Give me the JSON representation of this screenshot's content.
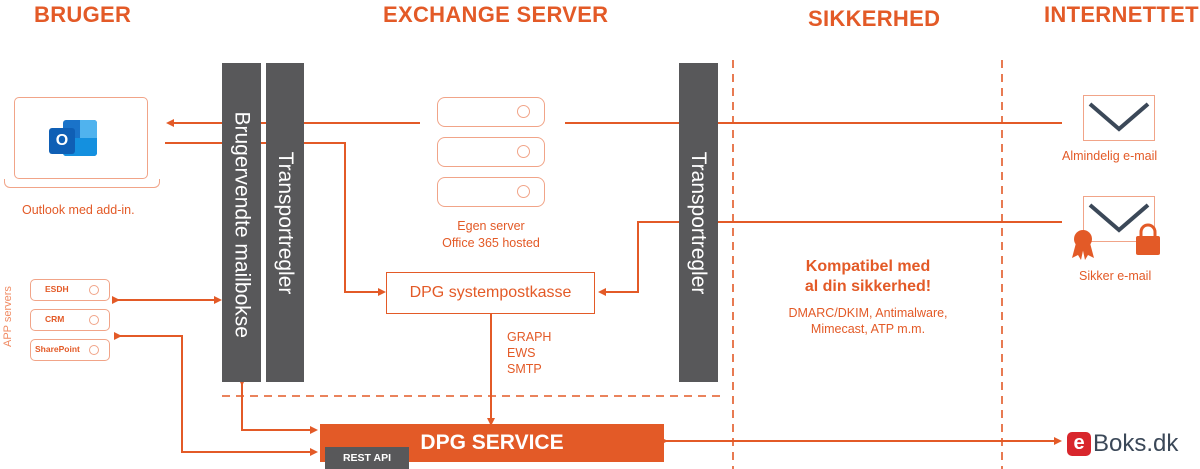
{
  "headers": {
    "bruger": "BRUGER",
    "exchange": "EXCHANGE SERVER",
    "sikkerhed": "SIKKERHED",
    "internet": "INTERNETTET"
  },
  "outlook": {
    "caption": "Outlook med add-in."
  },
  "columns": {
    "mailbox": "Brugervendte mailbokse",
    "transport_left": "Transportregler",
    "transport_right": "Transportregler"
  },
  "server": {
    "line1": "Egen server",
    "line2": "Office 365 hosted"
  },
  "dpg_mailbox": "DPG systempostkasse",
  "protocols": [
    "GRAPH",
    "EWS",
    "SMTP"
  ],
  "app_servers": {
    "label": "APP servers",
    "items": [
      "ESDH",
      "CRM",
      "SharePoint"
    ]
  },
  "security": {
    "title_line1": "Kompatibel med",
    "title_line2": "al din sikkerhed!",
    "text_line1": "DMARC/DKIM, Antimalware,",
    "text_line2": "Mimecast, ATP m.m."
  },
  "email": {
    "normal": "Almindelig e-mail",
    "secure": "Sikker e-mail"
  },
  "dpg_service": {
    "label": "DPG SERVICE",
    "rest_api": "REST API"
  },
  "eboks": {
    "e": "e",
    "text": "Boks.dk"
  },
  "colors": {
    "accent": "#e35a27",
    "light_accent": "#f1a488",
    "column": "#58585a"
  }
}
